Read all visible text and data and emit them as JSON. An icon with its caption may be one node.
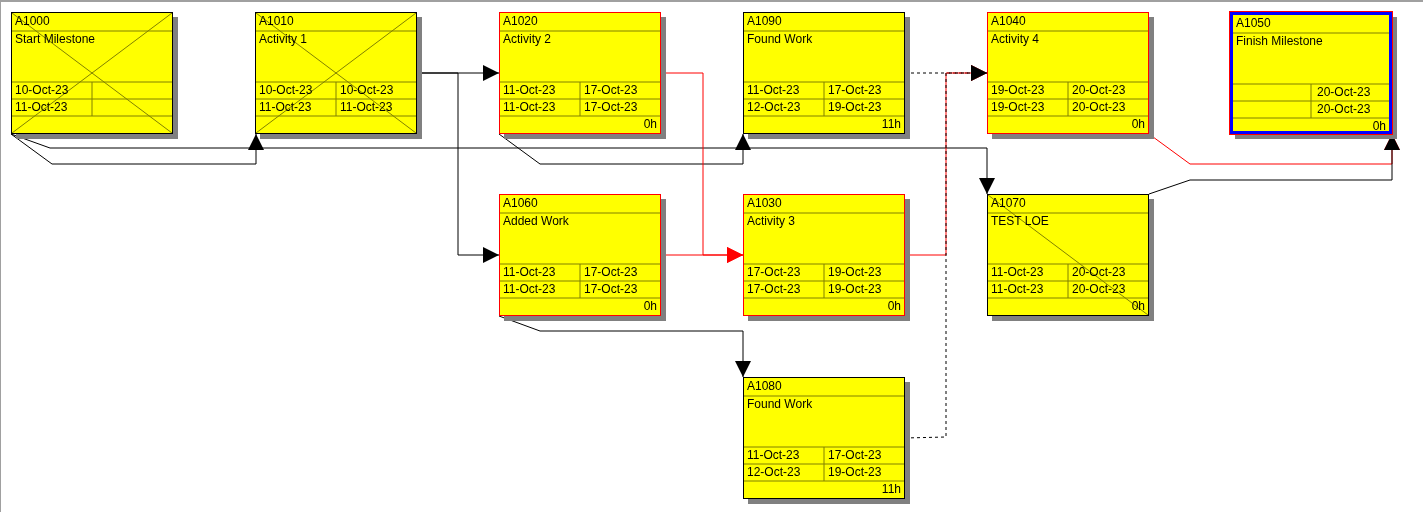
{
  "diagram": {
    "nodes": [
      {
        "text": [
          "A1000",
          "Start Milestone",
          "10-Oct-23",
          "11-Oct-23"
        ]
      },
      {
        "text": [
          "A1010",
          "Activity 1",
          "10-Oct-23",
          "10-Oct-23",
          "11-Oct-23",
          "11-Oct-23"
        ]
      },
      {
        "text": [
          "A1020",
          "Activity 2",
          "11-Oct-23",
          "17-Oct-23",
          "11-Oct-23",
          "17-Oct-23",
          "0h"
        ]
      },
      {
        "text": [
          "A1090",
          "Found Work",
          "11-Oct-23",
          "17-Oct-23",
          "12-Oct-23",
          "19-Oct-23",
          "11h"
        ]
      },
      {
        "text": [
          "A1040",
          "Activity 4",
          "19-Oct-23",
          "20-Oct-23",
          "19-Oct-23",
          "20-Oct-23",
          "0h"
        ]
      },
      {
        "text": [
          "A1050",
          "Finish Milestone",
          "20-Oct-23",
          "20-Oct-23",
          "0h"
        ]
      },
      {
        "text": [
          "A1060",
          "Added Work",
          "11-Oct-23",
          "17-Oct-23",
          "11-Oct-23",
          "17-Oct-23",
          "0h"
        ]
      },
      {
        "text": [
          "A1030",
          "Activity 3",
          "17-Oct-23",
          "19-Oct-23",
          "17-Oct-23",
          "19-Oct-23",
          "0h"
        ]
      },
      {
        "text": [
          "A1070",
          "TEST LOE",
          "11-Oct-23",
          "20-Oct-23",
          "11-Oct-23",
          "20-Oct-23",
          "0h"
        ]
      },
      {
        "text": [
          "A1080",
          "Found Work",
          "11-Oct-23",
          "17-Oct-23",
          "12-Oct-23",
          "19-Oct-23",
          "11h"
        ]
      }
    ],
    "edges": [
      {
        "from": 0,
        "to": 1,
        "arrow": "to"
      },
      {
        "from": 0,
        "to": 8,
        "arrow": "to"
      },
      {
        "from": 1,
        "to": 2,
        "arrow": "to"
      },
      {
        "from": 1,
        "to": 6,
        "arrow": "to"
      },
      {
        "from": 2,
        "to": 3,
        "arrow": "to"
      },
      {
        "from": 2,
        "to": 7,
        "arrow": "to",
        "color": "#ff0000"
      },
      {
        "from": 6,
        "to": 7,
        "arrow": "to",
        "color": "#ff0000"
      },
      {
        "from": 3,
        "to": 4,
        "arrow": "to",
        "style": "dashed"
      },
      {
        "from": 7,
        "to": 4,
        "arrow": "to",
        "color": "#ff0000"
      },
      {
        "from": 9,
        "to": 4,
        "arrow": "to",
        "style": "dashed"
      },
      {
        "from": 6,
        "to": 9,
        "arrow": "to"
      },
      {
        "from": 4,
        "to": 5,
        "arrow": "to",
        "color": "#ff0000"
      },
      {
        "from": 8,
        "to": 5,
        "arrow": "to"
      }
    ]
  }
}
